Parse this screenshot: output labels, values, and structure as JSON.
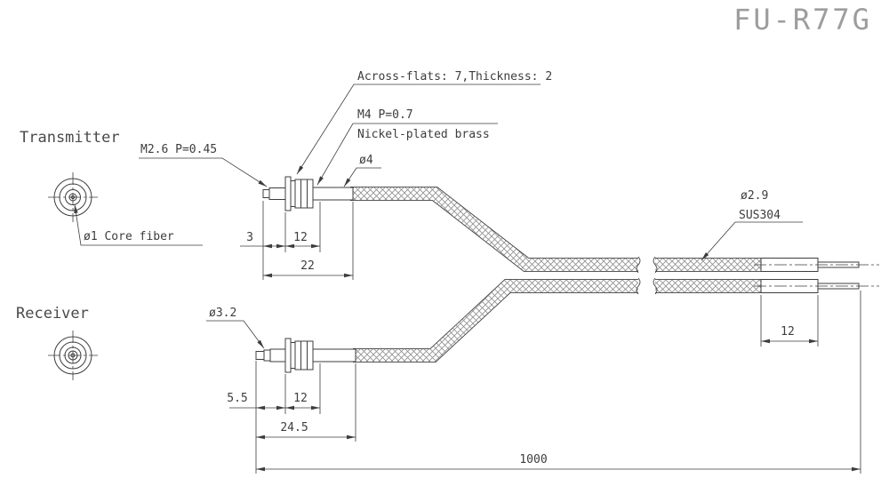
{
  "title": "FU-R77G",
  "labels": {
    "transmitter": "Transmitter",
    "receiver": "Receiver"
  },
  "callouts": {
    "across_flats": "Across-flats: 7,Thickness: 2",
    "m4_thread": "M4 P=0.7",
    "material": "Nickel-plated brass",
    "m26_thread": "M2.6 P=0.45",
    "dia_4": "ø4",
    "core_fiber": "ø1 Core fiber",
    "dia_2_9": "ø2.9",
    "sheath_material": "SUS304",
    "dia_3_2": "ø3.2"
  },
  "dimensions": {
    "tx_tip_length": "3",
    "tx_thread_length": "12",
    "tx_body_length": "22",
    "rx_tip_length": "5.5",
    "rx_thread_length": "12",
    "rx_body_length": "24.5",
    "end_sleeve_length": "12",
    "overall_length": "1000"
  },
  "colors": {
    "line": "#3d3d3d",
    "title": "#9d9d9d",
    "braid": "#8f8f8f",
    "background": "#ffffff"
  }
}
